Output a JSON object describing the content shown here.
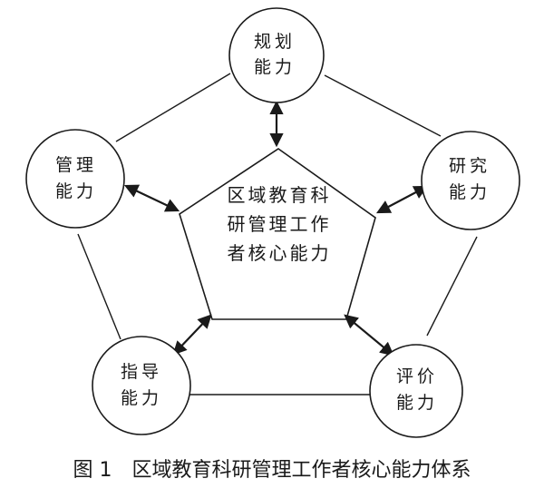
{
  "diagram": {
    "core": {
      "lines": [
        "区域教育科",
        "研管理工作",
        "者核心能力"
      ]
    },
    "nodes": {
      "planning": {
        "lines": [
          "规划",
          "能力"
        ]
      },
      "research": {
        "lines": [
          "研究",
          "能力"
        ]
      },
      "evaluation": {
        "lines": [
          "评价",
          "能力"
        ]
      },
      "guidance": {
        "lines": [
          "指导",
          "能力"
        ]
      },
      "management": {
        "lines": [
          "管理",
          "能力"
        ]
      }
    }
  },
  "caption": {
    "figure_number": "图 1",
    "title": "区域教育科研管理工作者核心能力体系"
  }
}
